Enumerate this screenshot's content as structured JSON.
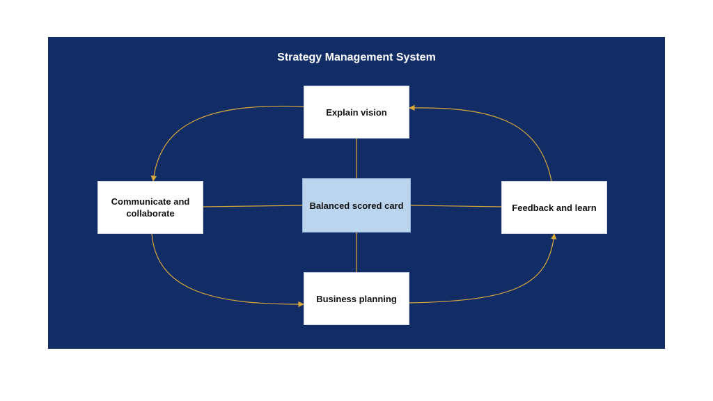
{
  "diagram": {
    "title": "Strategy Management System",
    "nodes": {
      "top": "Explain vision",
      "center": "Balanced scored card",
      "bottom": "Business planning",
      "left": "Communicate and collaborate",
      "right": "Feedback and learn"
    }
  },
  "colors": {
    "background": "#122d66",
    "connector": "#d9a93a",
    "node_fill": "#ffffff",
    "center_fill": "#bcd5ee"
  }
}
